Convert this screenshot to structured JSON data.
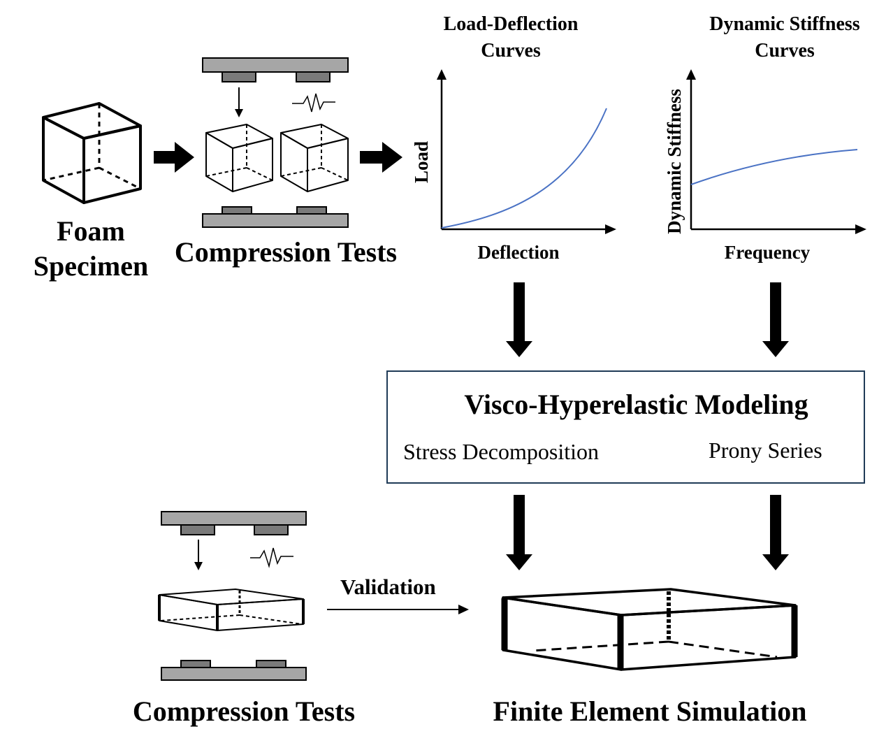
{
  "stage1": {
    "specimen_label_line1": "Foam",
    "specimen_label_line2": "Specimen",
    "tests_label": "Compression Tests"
  },
  "graphs": {
    "load_deflection": {
      "title_line1": "Load-Deflection",
      "title_line2": "Curves",
      "ylabel": "Load",
      "xlabel": "Deflection"
    },
    "dynamic_stiffness": {
      "title_line1": "Dynamic Stiffness",
      "title_line2": "Curves",
      "ylabel": "Dynamic Stiffness",
      "xlabel": "Frequency"
    }
  },
  "model": {
    "title": "Visco-Hyperelastic Modeling",
    "left_item": "Stress Decomposition",
    "right_item": "Prony Series"
  },
  "stage3": {
    "validation_label": "Validation",
    "tests_label": "Compression Tests",
    "simulation_label": "Finite Element Simulation"
  },
  "colors": {
    "curve": "#4a72c4",
    "plate": "#a6a6a6",
    "pad": "#7a7a7a",
    "box_border": "#1f3b57"
  }
}
